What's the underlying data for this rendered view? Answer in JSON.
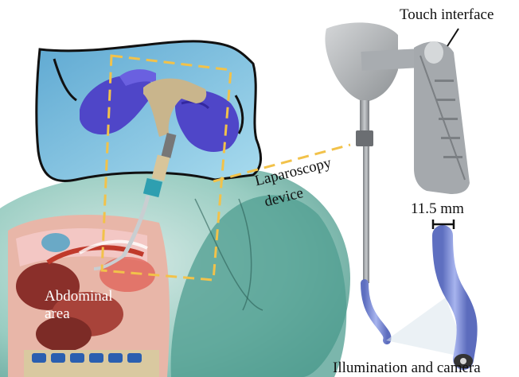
{
  "labels": {
    "touch_interface": "Touch interface",
    "laparoscopy_device_line1": "Laparoscopy",
    "laparoscopy_device_line2": "device",
    "diameter": "11.5 mm",
    "abdominal_area_line1": "Abdominal",
    "abdominal_area_line2": "area",
    "illumination_camera": "Illumination and camera"
  },
  "colors": {
    "drape_blue": "#8cc8e2",
    "glove_purple": "#4f46c8",
    "highlight_dashed": "#f2c24a",
    "device_gray": "#9a9da0",
    "catheter_blue": "#7d8fd6",
    "body_teal": "#5fa79b",
    "tissue_red": "#c0392b"
  }
}
